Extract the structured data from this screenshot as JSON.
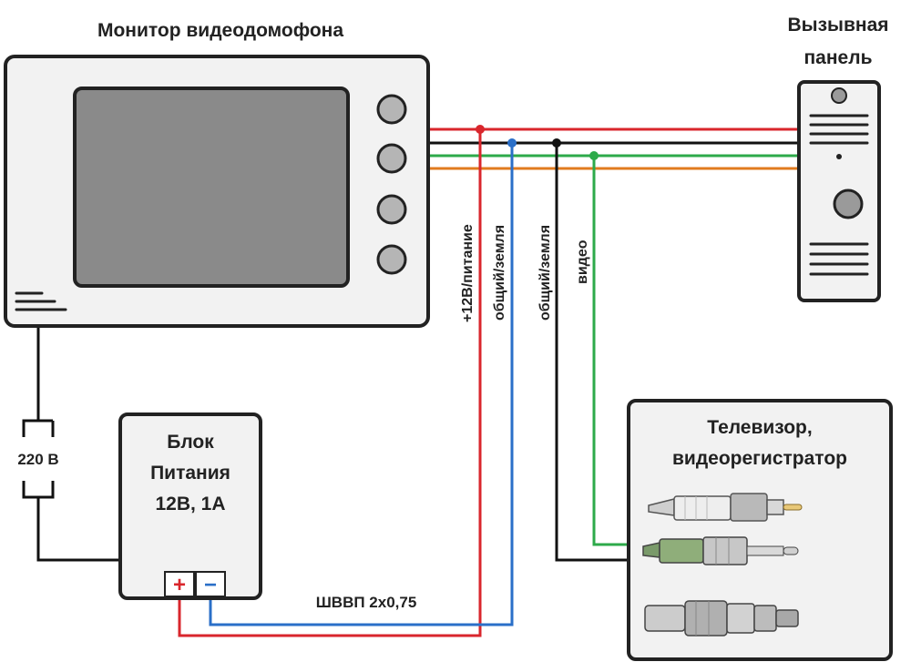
{
  "labels": {
    "monitor_title": "Монитор видеодомофона",
    "panel_title_line1": "Вызывная",
    "panel_title_line2": "панель",
    "voltage": "220 В",
    "psu_line1": "Блок",
    "psu_line2": "Питания",
    "psu_line3": "12В, 1А",
    "psu_plus": "+",
    "psu_minus": "−",
    "cable": "ШВВП 2х0,75",
    "tv_line1": "Телевизор,",
    "tv_line2": "видеорегистратор"
  },
  "wires": {
    "power": "+12В/питание",
    "common_blue": "общий/земля",
    "common_black": "общий/земля",
    "video": "видео"
  },
  "colors": {
    "red": "#d9262c",
    "blue": "#2a6fc8",
    "black": "#111111",
    "green": "#2daa4a",
    "orange": "#e07b1f",
    "device_fill": "#f2f2f2",
    "device_stroke": "#222222",
    "screen_fill": "#8a8a8a"
  },
  "icons": [
    "rca-connector-icon",
    "jack-connector-icon",
    "bnc-connector-icon"
  ]
}
